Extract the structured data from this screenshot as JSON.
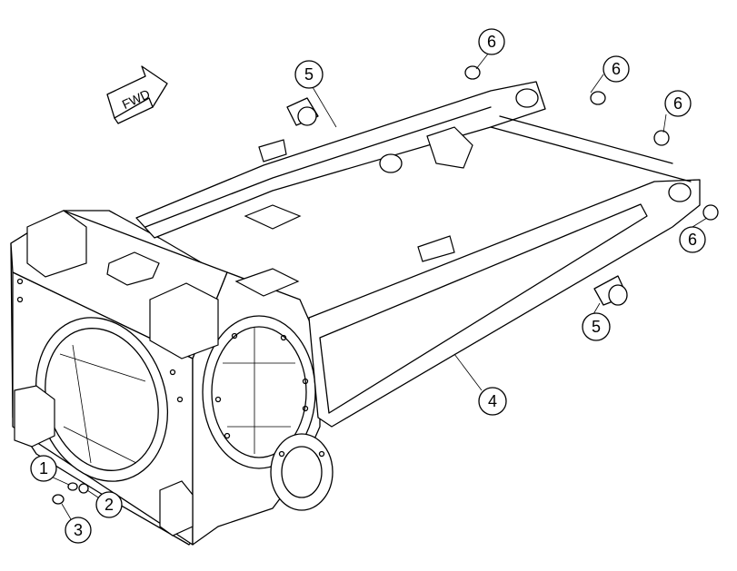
{
  "fwd_arrow": {
    "label": "FWD"
  },
  "callouts": [
    {
      "id": "c1",
      "number": "1"
    },
    {
      "id": "c2",
      "number": "2"
    },
    {
      "id": "c3",
      "number": "3"
    },
    {
      "id": "c4",
      "number": "4"
    },
    {
      "id": "c5a",
      "number": "5"
    },
    {
      "id": "c5b",
      "number": "5"
    },
    {
      "id": "c6a",
      "number": "6"
    },
    {
      "id": "c6b",
      "number": "6"
    },
    {
      "id": "c6c",
      "number": "6"
    },
    {
      "id": "c6d",
      "number": "6"
    }
  ]
}
